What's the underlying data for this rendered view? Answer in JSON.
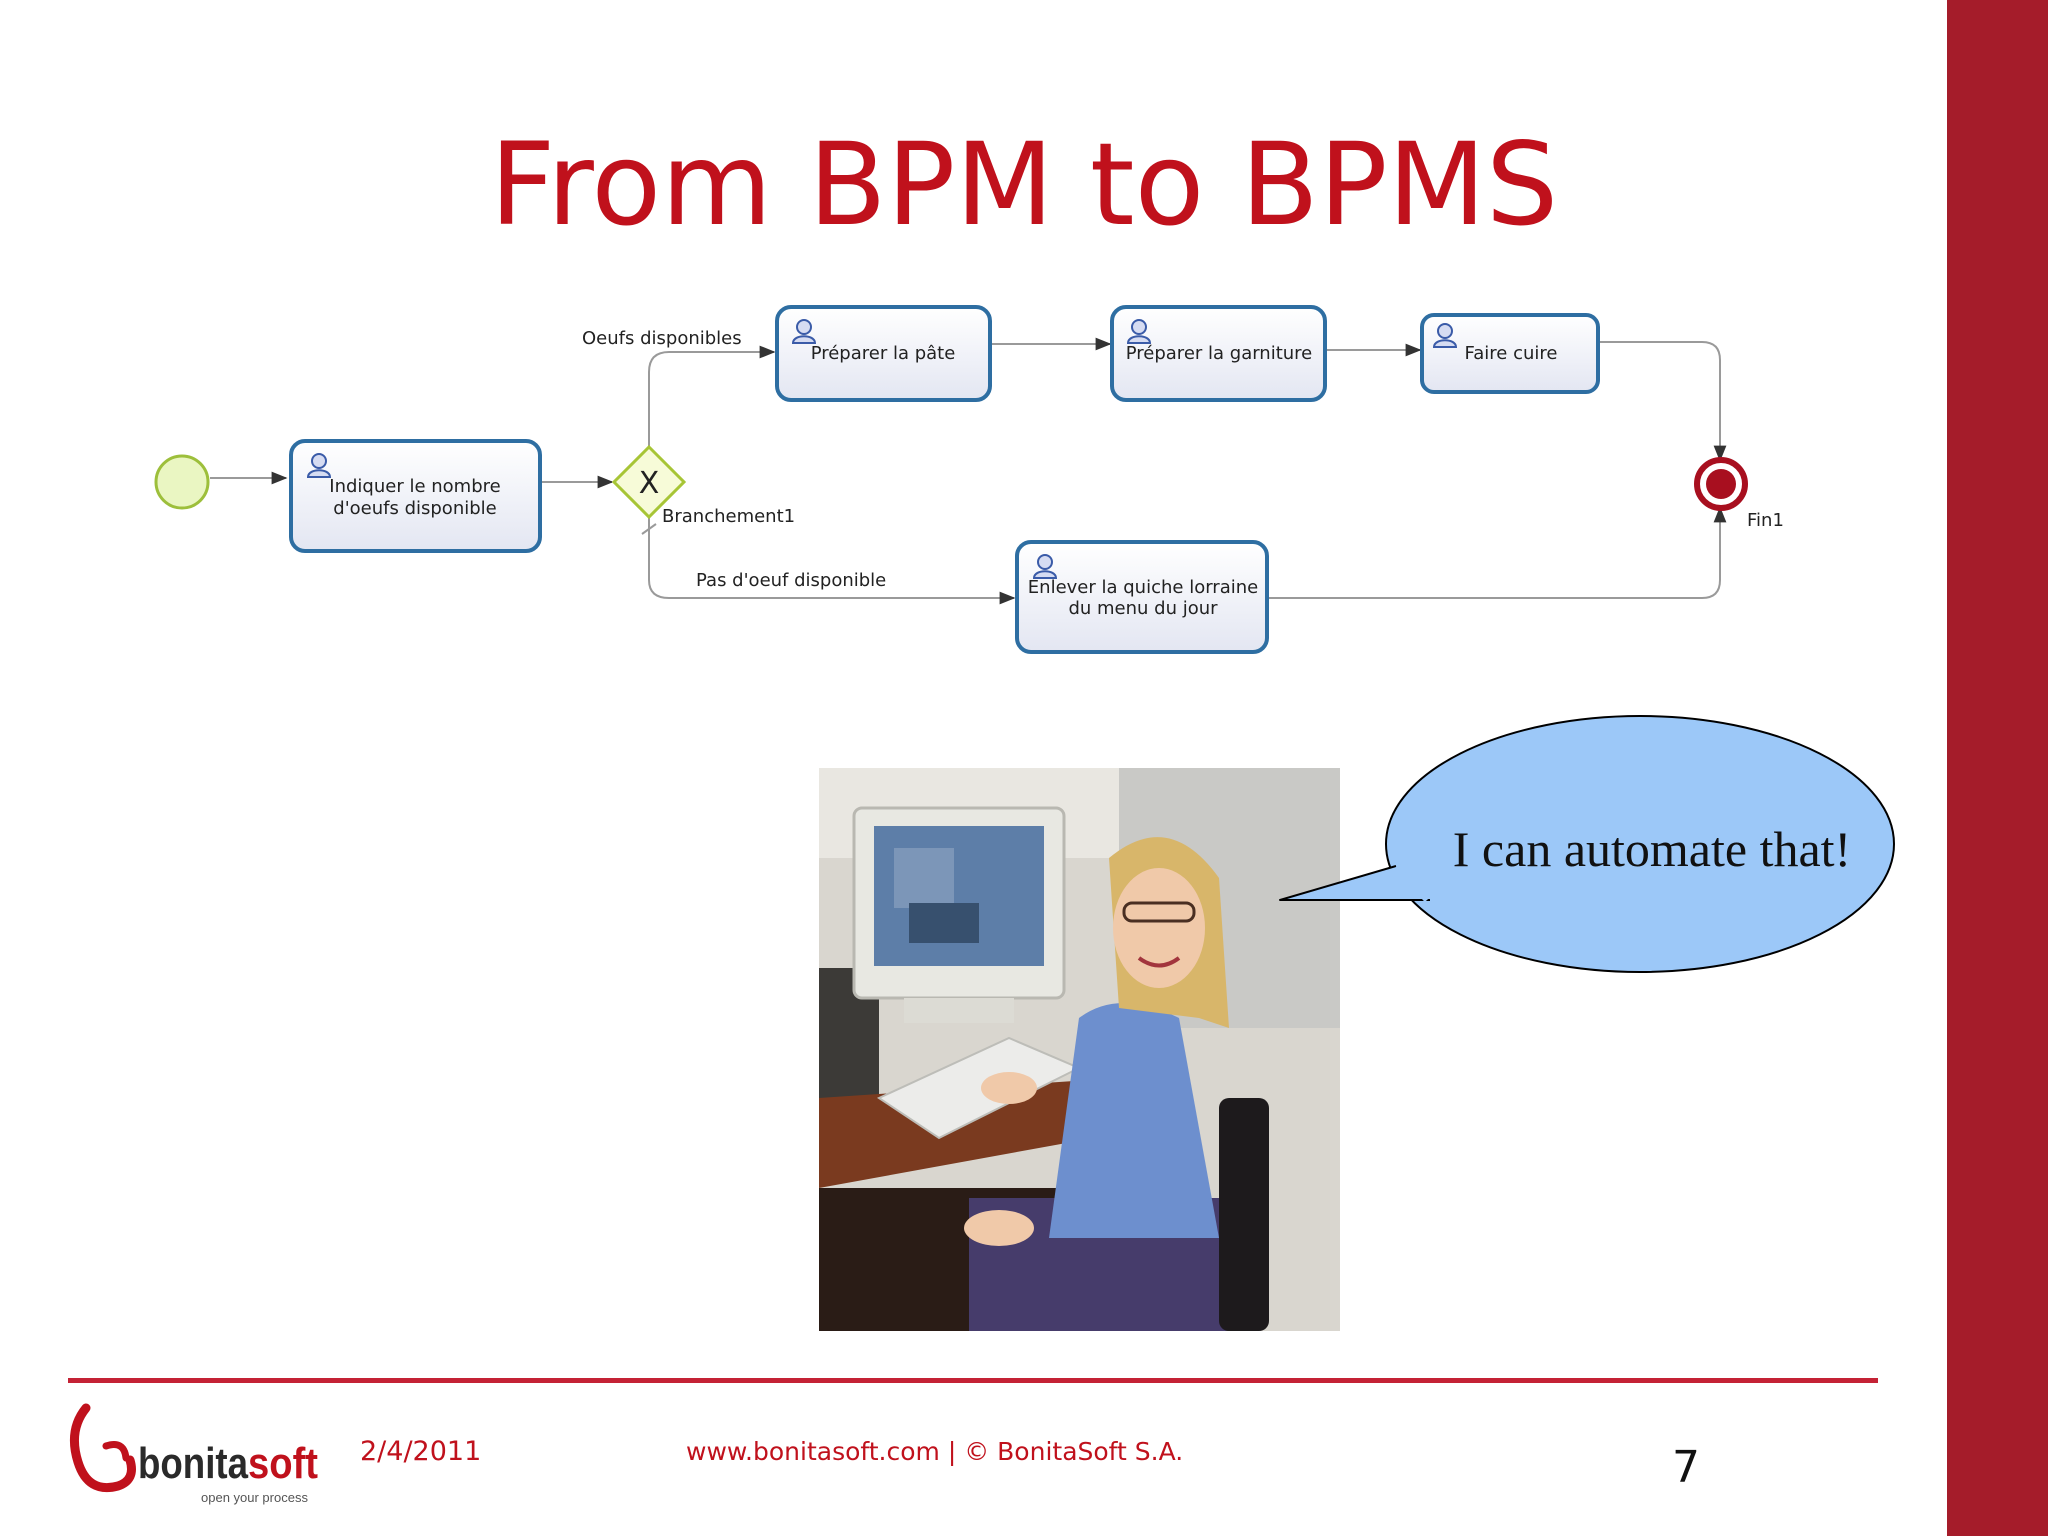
{
  "slide": {
    "title": "From BPM to BPMS",
    "colors": {
      "title": "#c0111c",
      "sidebar": "#a51c2a",
      "footer_line": "#c42235",
      "task_border": "#2e6ea2",
      "bubble_fill": "#9cc8f8"
    }
  },
  "diagram": {
    "start_event": "start-event",
    "tasks": {
      "indiquer": [
        "Indiquer le nombre",
        "d'oeufs disponible"
      ],
      "preparer_pate": "Préparer la pâte",
      "preparer_garniture": "Préparer la garniture",
      "faire_cuire": "Faire cuire",
      "enlever": [
        "Enlever la quiche lorraine",
        "du menu du jour"
      ]
    },
    "gateway": {
      "symbol": "X",
      "label": "Branchement1"
    },
    "flows": {
      "oui": "Oeufs disponibles",
      "non": "Pas d'oeuf disponible"
    },
    "end_event": {
      "label": "Fin1"
    }
  },
  "illustration": {
    "photo": "person-at-computer-photo",
    "speech_bubble": "I can automate that!"
  },
  "footer": {
    "logo_name": "bonitasoft",
    "logo_tagline": "open your process",
    "date": "2/4/2011",
    "website": "www.bonitasoft.com | © BonitaSoft S.A.",
    "page_number": "7"
  }
}
